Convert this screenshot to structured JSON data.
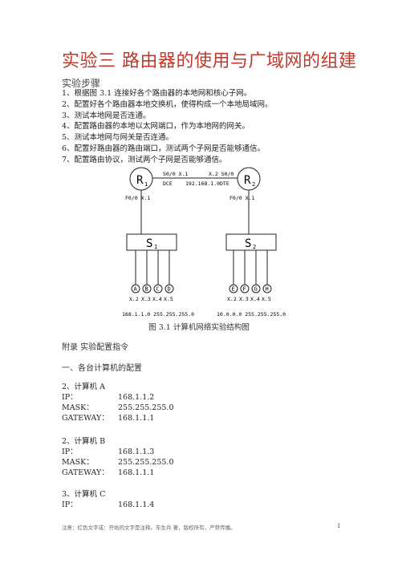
{
  "title": "实验三  路由器的使用与广域网的组建",
  "subtitle": "实验步骤",
  "steps": [
    "1、根据图 3.1 连接好各个路由器的本地网和核心子网。",
    "2、配置好各个路由器本地交换机，使得构成一个本地局域网。",
    "3、测试本地网是否连通。",
    "4、配置路由器的本地以太网端口，作为本地网的网关。",
    "5、测试本地网与网关是否连通。",
    "6、配置好路由器的路由端口，测试两个子网是否能够通信。",
    "7、配置路由协议，测试两个子网是否能够通信。"
  ],
  "diagram": {
    "router1": {
      "name": "R",
      "sub": "1"
    },
    "router2": {
      "name": "R",
      "sub": "2"
    },
    "switch1": {
      "name": "S",
      "sub": "1"
    },
    "switch2": {
      "name": "S",
      "sub": "2"
    },
    "wan_left": "S0/0 X.1",
    "wan_right": "X.2 S0/0",
    "dce": "DCE",
    "wan_net": "192.168.1.0",
    "dte": "DTE",
    "r1_lan": "F0/0 X.1",
    "r2_lan": "F0/0 X.1",
    "hosts_left": [
      "A",
      "B",
      "C",
      "D"
    ],
    "hosts_right": [
      "E",
      "F",
      "G",
      "H"
    ],
    "addr_left": [
      "X.2",
      "X.3",
      "X.4",
      "X.5"
    ],
    "addr_right": [
      "X.2",
      "X.3",
      "X.4",
      "X.5"
    ],
    "net_left": "168.1.1.0  255.255.255.0",
    "net_right": "10.0.0.0  255.255.255.0"
  },
  "caption": "图 3.1  计算机网络实验结构图",
  "appendix": "附录  实验配置指令",
  "section1": "一、各台计算机的配置",
  "computers": [
    {
      "heading": "2、计算机 A",
      "rows": [
        {
          "k": "IP：",
          "v": "168.1.1.2"
        },
        {
          "k": "MASK：",
          "v": "255.255.255.0"
        },
        {
          "k": "GATEWAY：",
          "v": "168.1.1.1"
        }
      ]
    },
    {
      "heading": "2、计算机 B",
      "rows": [
        {
          "k": "IP：",
          "v": "168.1.1.3"
        },
        {
          "k": "MASK：",
          "v": "255.255.255.0"
        },
        {
          "k": "GATEWAY：",
          "v": "168.1.1.1"
        }
      ]
    },
    {
      "heading": "3、计算机 C",
      "rows": [
        {
          "k": "IP：",
          "v": "168.1.1.4"
        }
      ]
    }
  ],
  "footer": "注意：红色文字或：开始的文字是注释。车生兵  著，版权所有，严禁传播。",
  "page_number": "1"
}
